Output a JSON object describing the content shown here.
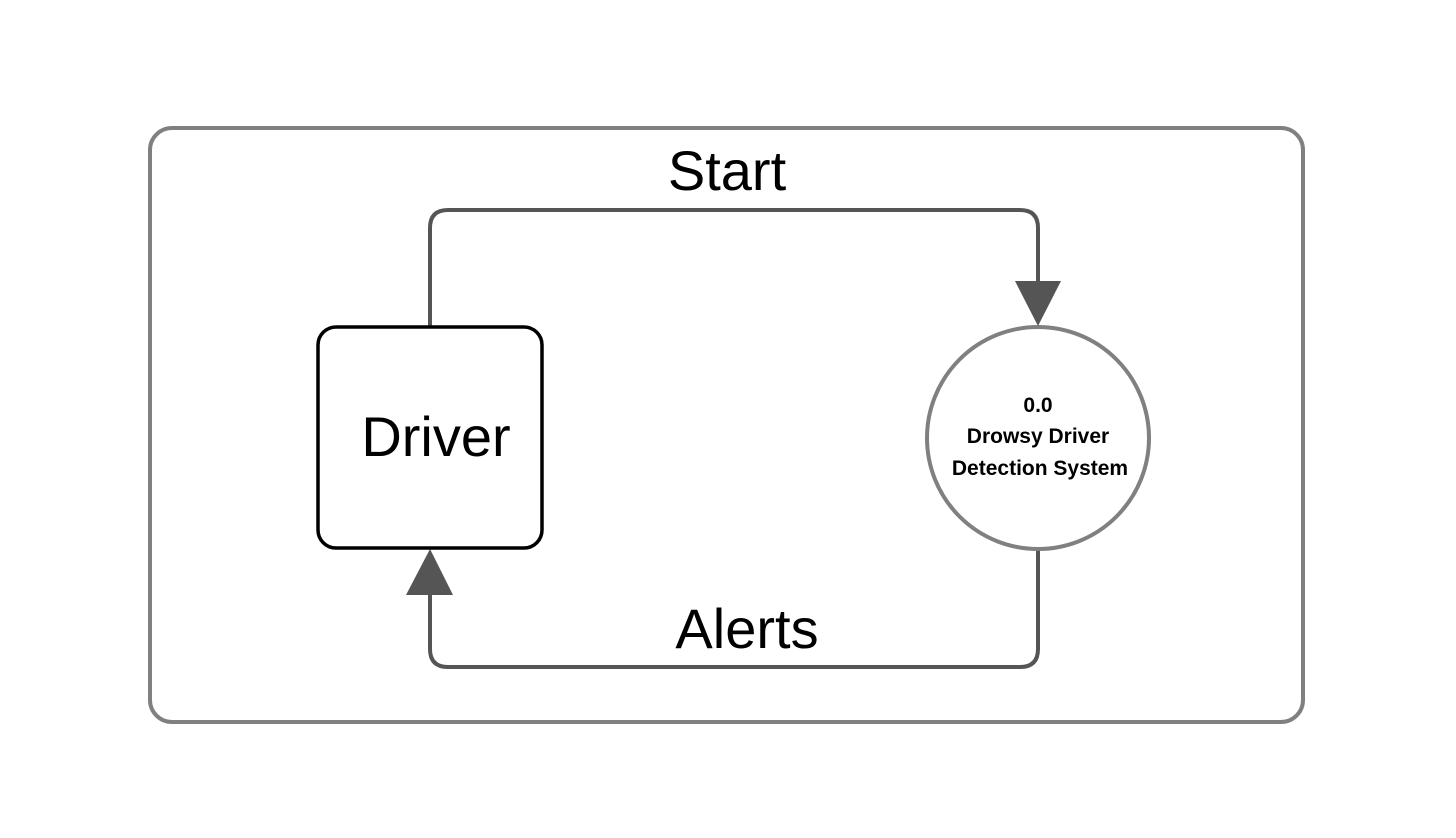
{
  "diagram": {
    "entity": {
      "label": "Driver"
    },
    "process": {
      "number": "0.0",
      "name_line1": "Drowsy Driver",
      "name_line2": "Detection System"
    },
    "flows": {
      "start": {
        "label": "Start"
      },
      "alerts": {
        "label": "Alerts"
      }
    }
  },
  "colors": {
    "frame": "#808080",
    "flow": "#555555",
    "entity_border": "#000000",
    "process_border": "#808080"
  }
}
